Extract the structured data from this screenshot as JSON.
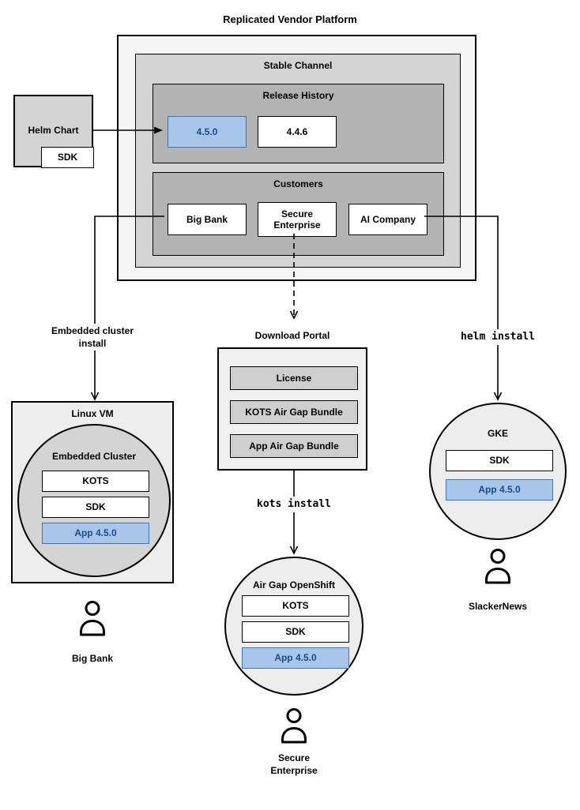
{
  "title": "Replicated Vendor Platform",
  "colors": {
    "highlight_fill": "#a8c6ea",
    "highlight_border": "#4176b4",
    "highlight_text": "#1a4c8c"
  },
  "platform": {
    "stable_channel": {
      "label": "Stable Channel",
      "release_history": {
        "label": "Release History",
        "releases": [
          "4.5.0",
          "4.4.6"
        ]
      },
      "customers": {
        "label": "Customers",
        "items": [
          "Big Bank",
          "Secure Enterprise",
          "AI Company"
        ]
      }
    }
  },
  "helm_chart": {
    "label": "Helm Chart",
    "sdk_label": "SDK"
  },
  "edge_labels": {
    "embedded_cluster_install": "Embedded cluster install",
    "helm_install": "helm install",
    "kots_install": "kots install"
  },
  "download_portal": {
    "label": "Download Portal",
    "items": [
      "License",
      "KOTS Air Gap Bundle",
      "App Air Gap Bundle"
    ]
  },
  "linux_vm": {
    "label": "Linux VM",
    "embedded_cluster": {
      "label": "Embedded Cluster",
      "components": [
        "KOTS",
        "SDK",
        "App 4.5.0"
      ]
    },
    "user": "Big Bank"
  },
  "gke": {
    "label": "GKE",
    "components": [
      "SDK",
      "App 4.5.0"
    ],
    "user": "SlackerNews"
  },
  "air_gap_openshift": {
    "label": "Air Gap OpenShift",
    "components": [
      "KOTS",
      "SDK",
      "App 4.5.0"
    ],
    "user": "Secure Enterprise"
  }
}
